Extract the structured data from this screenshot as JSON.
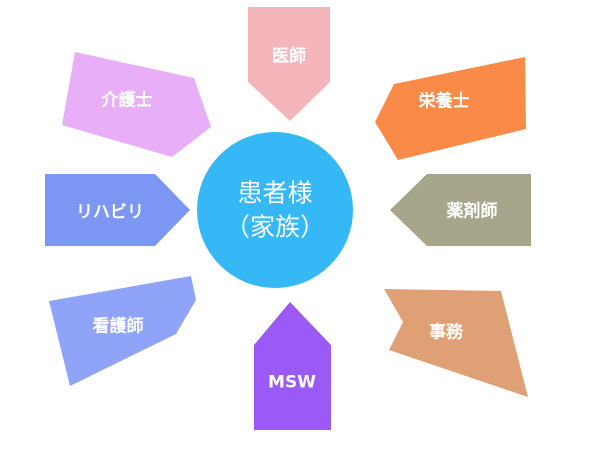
{
  "center": {
    "line1": "患者様",
    "line2": "（家族）",
    "color": "#35B8F5"
  },
  "nodes": [
    {
      "id": "doctor",
      "label": "医師",
      "color": "#F4B6BB"
    },
    {
      "id": "dietitian",
      "label": "栄養士",
      "color": "#FA8A47"
    },
    {
      "id": "pharmacist",
      "label": "薬剤師",
      "color": "#A7A58A"
    },
    {
      "id": "clerical",
      "label": "事務",
      "color": "#E0A075"
    },
    {
      "id": "msw",
      "label": "MSW",
      "color": "#9B59F5"
    },
    {
      "id": "nurse",
      "label": "看護師",
      "color": "#8FA4F9"
    },
    {
      "id": "rehab",
      "label": "リハビリ",
      "color": "#7B97F3"
    },
    {
      "id": "caregiver",
      "label": "介護士",
      "color": "#E8AEF7"
    }
  ]
}
